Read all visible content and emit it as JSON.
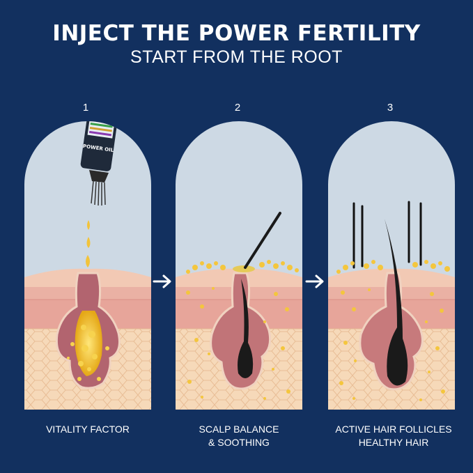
{
  "header": {
    "title": "INJECT THE POWER FERTILITY",
    "subtitle": "START FROM THE ROOT"
  },
  "steps": [
    {
      "number": "1",
      "caption_line1": "VITALITY FACTOR",
      "caption_line2": ""
    },
    {
      "number": "2",
      "caption_line1": "SCALP BALANCE",
      "caption_line2": "& SOOTHING"
    },
    {
      "number": "3",
      "caption_line1": "ACTIVE HAIR FOLLICLES",
      "caption_line2": "HEALTHY HAIR"
    }
  ],
  "product": {
    "label": "POWER OIL"
  },
  "colors": {
    "background": "#12305f",
    "panel": "#cdd9e4",
    "skin_top": "#f2c9b4",
    "skin_mid": "#e7a59a",
    "skin_deep": "#f6d9b9",
    "follicle": "#b2646f",
    "oil": "#f2c33a",
    "hair": "#1a1a1a"
  }
}
